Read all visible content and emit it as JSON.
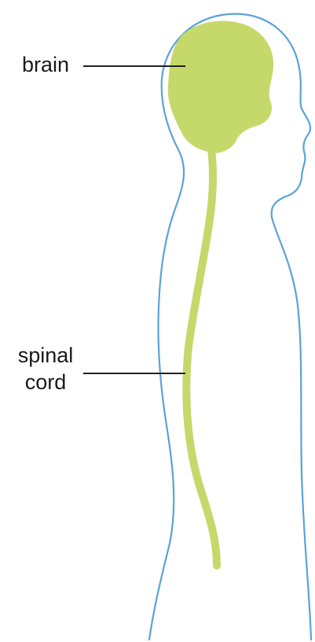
{
  "labels": {
    "brain": "brain",
    "spinal_cord_line1": "spinal",
    "spinal_cord_line2": "cord"
  },
  "colors": {
    "body_outline": "#5aa3d6",
    "nervous_system": "#c4d96a",
    "leader_line": "#222222",
    "label_text": "#1a1a1a"
  }
}
